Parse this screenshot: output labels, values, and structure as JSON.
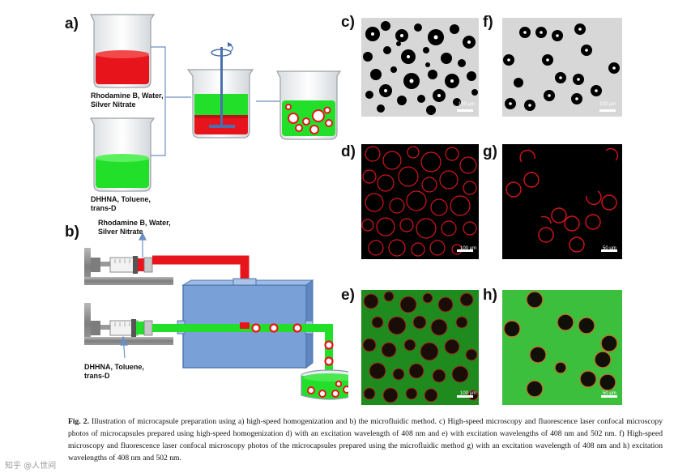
{
  "panel_labels": {
    "a": "a)",
    "b": "b)",
    "c": "c)",
    "d": "d)",
    "e": "e)",
    "f": "f)",
    "g": "g)",
    "h": "h)"
  },
  "schematic_a": {
    "beaker1_label": "Rhodamine B, Water,\nSilver Nitrate",
    "beaker2_label": "DHHNA, Toluene,\ntrans-D"
  },
  "schematic_b": {
    "syringe1_label": "Rhodamine B, Water,\nSilver Nitrate",
    "syringe2_label": "DHHNA, Toluene,\ntrans-D"
  },
  "scale_bars": {
    "c": "100 μm",
    "d": "100 μm",
    "e": "100 μm",
    "f": "100 μm",
    "g": "50 μm",
    "h": "50 μm"
  },
  "caption": {
    "fig_label": "Fig. 2.",
    "text": "Illustration of microcapsule preparation using a) high-speed homogenization and b) the microfluidic method. c) High-speed microscopy and fluorescence laser confocal microscopy photos of microcapsules prepared using high-speed homogenization d) with an excitation wavelength of 408 nm and e) with excitation wavelengths of 408 nm and 502 nm. f) High-speed microscopy and fluorescence laser confocal microscopy photos of the microcapsules prepared using the microfluidic method g) with an excitation wavelength of 408 nm and h) excitation wavelengths of 408 nm and 502 nm."
  },
  "colors": {
    "red": "#e8141c",
    "green": "#22e02a",
    "blue_box": "#7aa0d8",
    "gray_stand": "#8a8a8a"
  },
  "watermark": "知乎 @人世间"
}
